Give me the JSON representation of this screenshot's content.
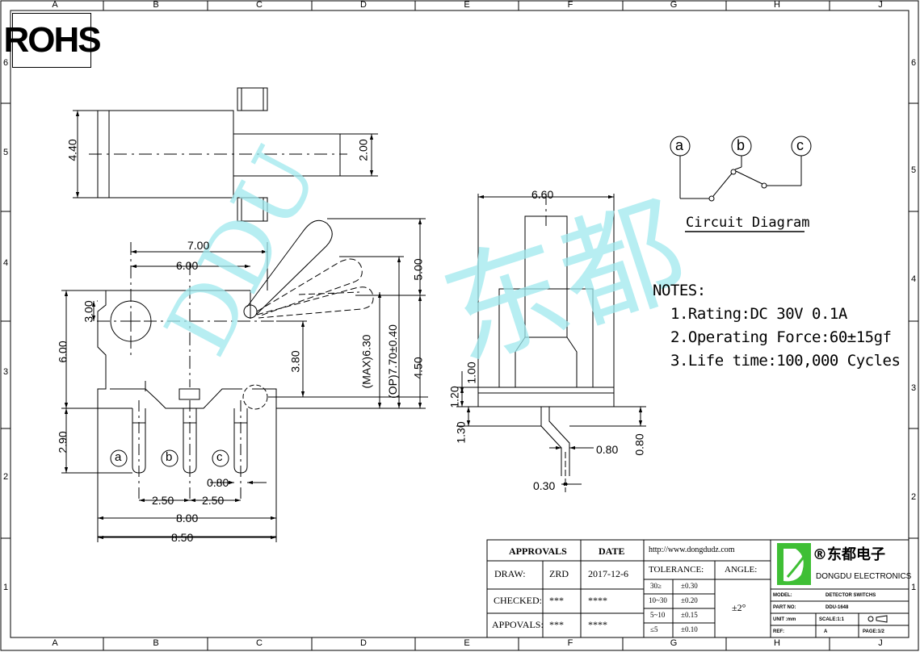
{
  "sheet": {
    "zone_cols": [
      "A",
      "B",
      "C",
      "D",
      "E",
      "F",
      "G",
      "H",
      "J"
    ],
    "zone_rows": [
      "6",
      "5",
      "4",
      "3",
      "2",
      "1"
    ],
    "rohs": "ROHS",
    "watermark_latin": "DDU",
    "watermark_cjk": "东都"
  },
  "dims": {
    "w440": "4.40",
    "w200": "2.00",
    "w700": "7.00",
    "w600": "6.00",
    "w300": "3.00",
    "h600": "6.00",
    "h380": "3.80",
    "h500": "5.00",
    "h450": "4.50",
    "max630": "(MAX)6.30",
    "op770": "(OP)7.70±0.40",
    "h290": "2.90",
    "w250a": "2.50",
    "w250b": "2.50",
    "w080": "0.80",
    "w800": "8.00",
    "w850": "8.50",
    "w660": "6.60",
    "h100": "1.00",
    "h120": "1.20",
    "h130": "1.30",
    "w080b": "0.80",
    "h080": "0.80",
    "w030": "0.30"
  },
  "pins": {
    "a": "a",
    "b": "b",
    "c": "c"
  },
  "circuit": {
    "title": "Circuit Diagram",
    "a": "a",
    "b": "b",
    "c": "c"
  },
  "notes": {
    "heading": "NOTES:",
    "items": [
      "1.Rating:DC 30V 0.1A",
      "2.Operating Force:60±15gf",
      "3.Life time:100,000 Cycles"
    ]
  },
  "title_block": {
    "approvals": "APPROVALS",
    "date": "DATE",
    "draw_label": "DRAW:",
    "draw_by": "ZRD",
    "draw_date": "2017-12-6",
    "checked_label": "CHECKED:",
    "checked_by": "***",
    "checked_date": "****",
    "appovals_label": "APPOVALS:",
    "appovals_by": "***",
    "appovals_date": "****",
    "url": "http://www.dongdudz.com",
    "tolerance": "TOLERANCE:",
    "angle": "ANGLE:",
    "angle_val": "±2°",
    "tol_rows": [
      {
        "range": "30≥",
        "val": "±0.30"
      },
      {
        "range": "10~30",
        "val": "±0.20"
      },
      {
        "range": "5~10",
        "val": "±0.15"
      },
      {
        "range": "≤5",
        "val": "±0.10"
      }
    ],
    "company_cn": "®东都电子",
    "company_en": "DONGDU ELECTRONICS",
    "model_label": "MODEL:",
    "model_val": "DETECTOR SWITCHS",
    "part_label": "PART NO:",
    "part_val": "DDU-1648",
    "unit_label": "UNIT :mm",
    "scale": "SCALE:1:1",
    "ref_label": "REF:",
    "ref_val": "A",
    "page": "PAGE:1/2"
  }
}
